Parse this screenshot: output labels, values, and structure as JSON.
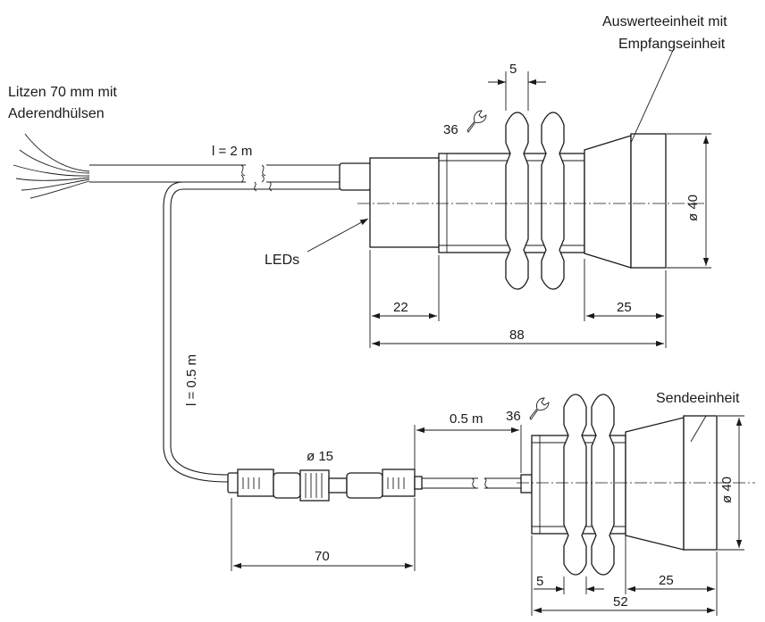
{
  "labels": {
    "receiver": [
      "Auswerteeinheit mit",
      "Empfangseinheit"
    ],
    "wires": [
      "Litzen 70 mm mit",
      "Aderendhülsen"
    ],
    "leds": "LEDs",
    "transmitter": "Sendeeinheit"
  },
  "dimensions": {
    "cable_top": "l = 2 m",
    "cable_loop": "l = 0.5 m",
    "cable_bottom": "0.5 m",
    "wrench_top": "36",
    "wrench_bottom": "36",
    "nut_width_top": "5",
    "nut_width_bottom": "5",
    "len_22": "22",
    "len_25_top": "25",
    "len_88": "88",
    "dia_40_top": "ø 40",
    "dia_40_bottom": "ø 40",
    "dia_15": "ø 15",
    "len_70": "70",
    "len_25_bottom": "25",
    "len_52": "52"
  },
  "icons": {
    "wrench": "wrench-icon"
  }
}
